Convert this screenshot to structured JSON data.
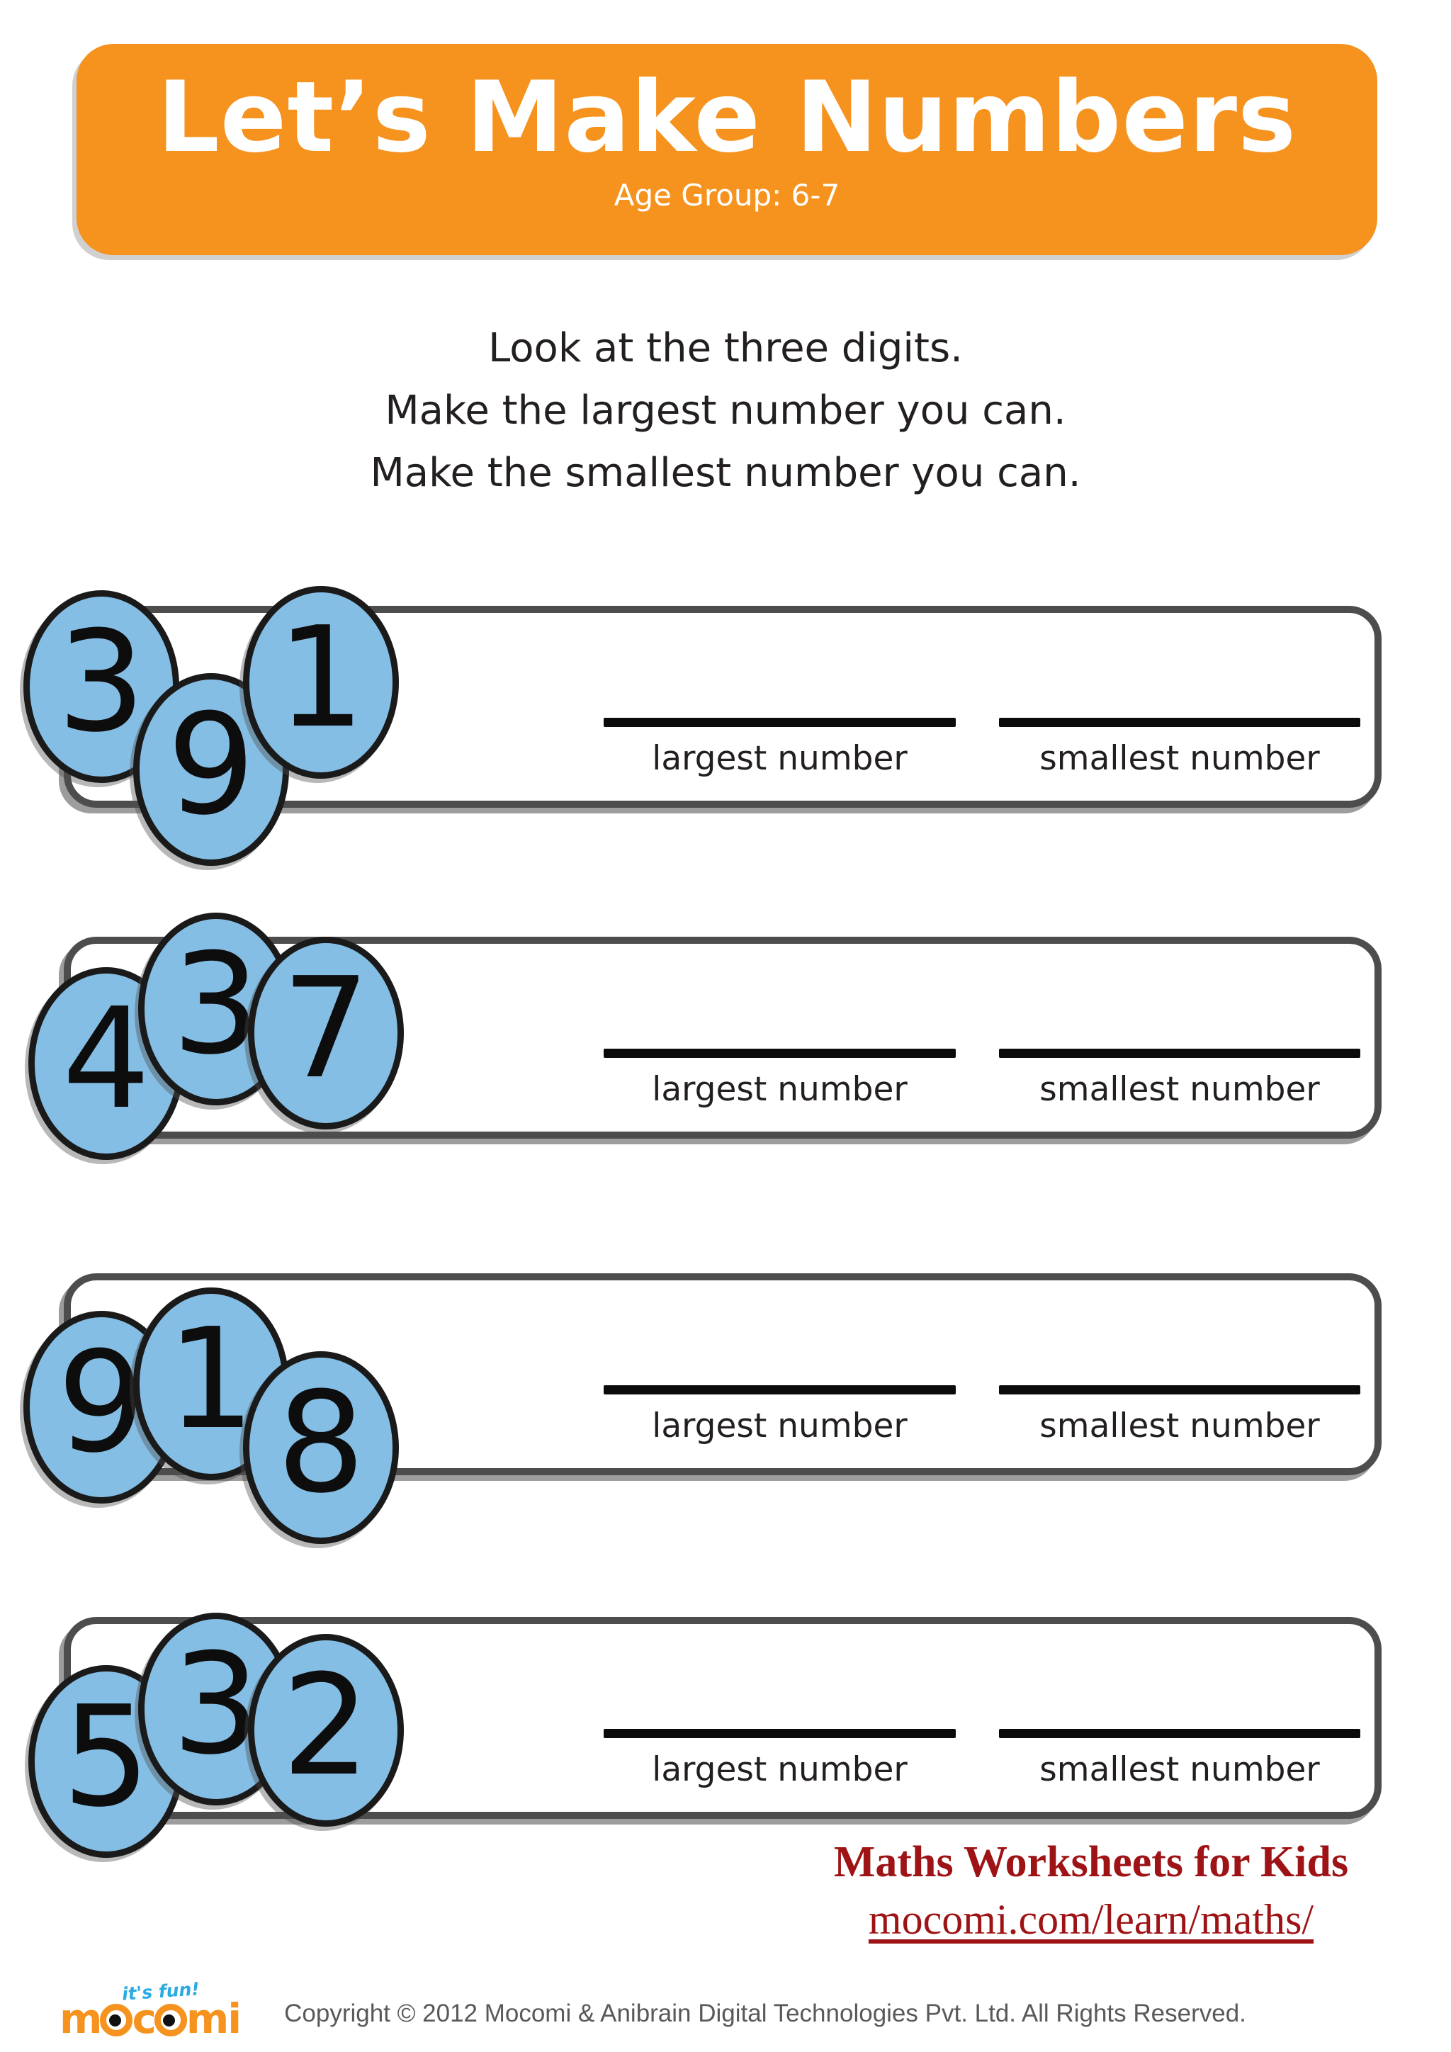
{
  "header": {
    "title": "Let’s Make Numbers",
    "subtitle": "Age Group: 6-7"
  },
  "instructions": {
    "line1": "Look at the three digits.",
    "line2": "Make the largest number you can.",
    "line3": "Make the smallest number you can."
  },
  "labels": {
    "largest": "largest number",
    "smallest": "smallest number"
  },
  "rows": [
    {
      "digits": [
        "3",
        "9",
        "1"
      ]
    },
    {
      "digits": [
        "4",
        "3",
        "7"
      ]
    },
    {
      "digits": [
        "9",
        "1",
        "8"
      ]
    },
    {
      "digits": [
        "5",
        "3",
        "2"
      ]
    }
  ],
  "footer": {
    "headline": "Maths Worksheets for Kids",
    "link": "mocomi.com/learn/maths/",
    "copyright": "Copyright © 2012 Mocomi & Anibrain Digital Technologies Pvt. Ltd. All Rights Reserved."
  },
  "logo": {
    "tagline": "it's fun!",
    "letters": [
      "m",
      "o",
      "c",
      "o",
      "m",
      "i"
    ]
  },
  "colors": {
    "accent_orange": "#F6921E",
    "chip_blue": "#85BEE5",
    "box_border_gray": "#4D4D4D",
    "maroon": "#9E1315",
    "tagline_blue": "#29ABE2",
    "copyright_gray": "#58595B"
  }
}
